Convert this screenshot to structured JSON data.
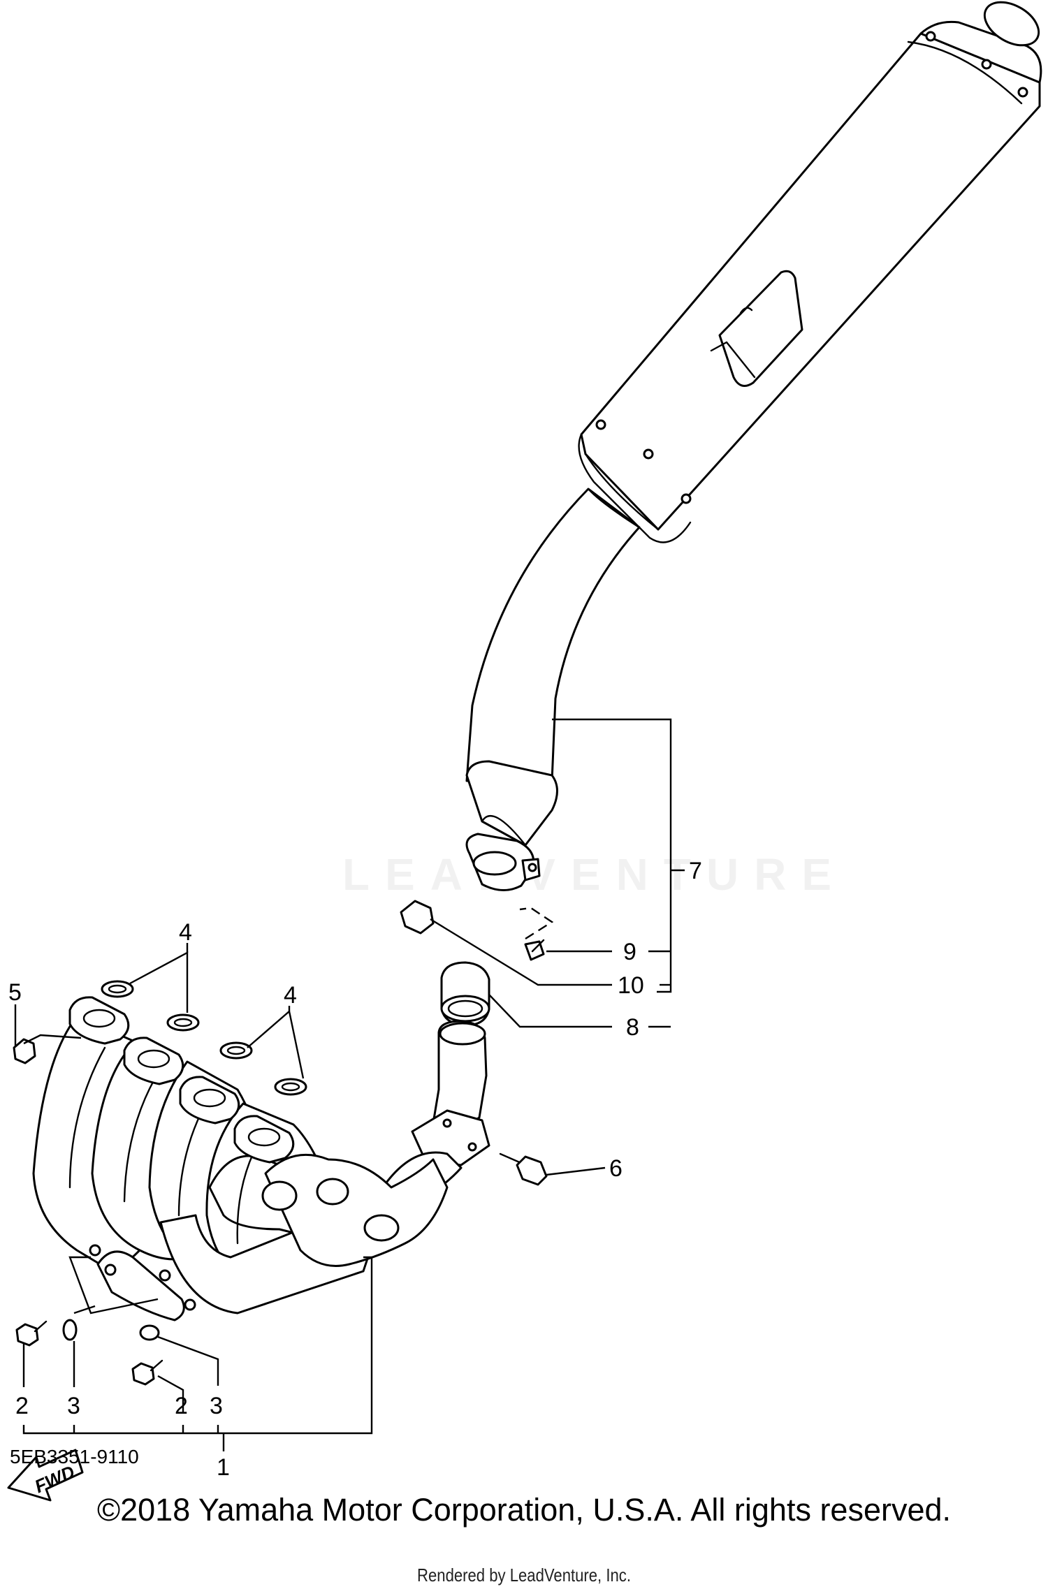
{
  "diagram": {
    "callouts": {
      "c1": "1",
      "c2a": "2",
      "c2b": "2",
      "c3a": "3",
      "c3b": "3",
      "c4a": "4",
      "c4b": "4",
      "c5": "5",
      "c6": "6",
      "c7": "7",
      "c8": "8",
      "c9": "9",
      "c10": "10"
    },
    "fwd_label": "FWD",
    "code": "5EB3351-9110"
  },
  "footer": {
    "copyright": "©2018 Yamaha Motor Corporation, U.S.A. All rights reserved.",
    "rendered_by": "Rendered by LeadVenture, Inc."
  },
  "watermark": "LEADVENTURE"
}
